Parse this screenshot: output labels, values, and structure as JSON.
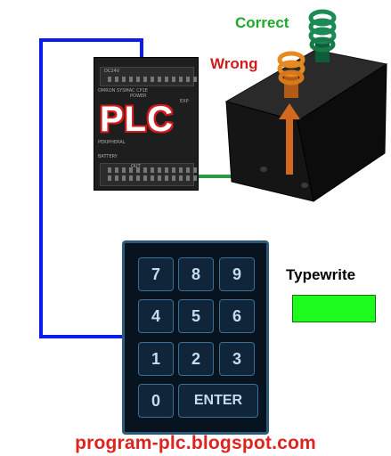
{
  "plc": {
    "label": "PLC",
    "model_text": "OMRON SYSMAC CP1E",
    "power_label": "POWER",
    "exp_label": "EXP",
    "peripheral_label": "PERIPHERAL",
    "battery_label": "BATTERY",
    "top_rail_text": "DC24V",
    "bottom_rail_text": "OUT"
  },
  "box": {
    "wrong_label": "Wrong",
    "correct_label": "Correct",
    "wrong_coil_color": "#e68a1f",
    "correct_coil_color": "#1c8a55"
  },
  "keypad": {
    "keys": [
      "7",
      "8",
      "9",
      "4",
      "5",
      "6",
      "1",
      "2",
      "3",
      "0",
      "ENTER"
    ]
  },
  "output": {
    "label": "Typewrite",
    "indicator_color": "#1dfa1d"
  },
  "wires": {
    "blue": "#0a1cf0",
    "green": "#2a9a48",
    "orange": "#d2691e"
  },
  "footer": {
    "url": "program-plc.blogspot.com"
  }
}
